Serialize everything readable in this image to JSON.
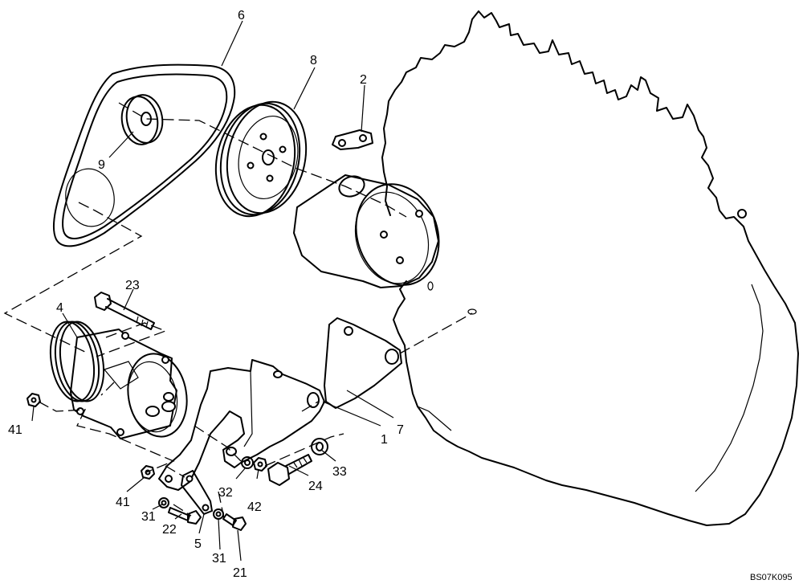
{
  "diagram_code": "BS07K095",
  "callouts": {
    "c1": "1",
    "c2": "2",
    "c4": "4",
    "c5": "5",
    "c6": "6",
    "c7": "7",
    "c8": "8",
    "c9": "9",
    "c21": "21",
    "c22": "22",
    "c23": "23",
    "c24": "24",
    "c31a": "31",
    "c31b": "31",
    "c32": "32",
    "c33": "33",
    "c41a": "41",
    "c41b": "41",
    "c42": "42"
  }
}
